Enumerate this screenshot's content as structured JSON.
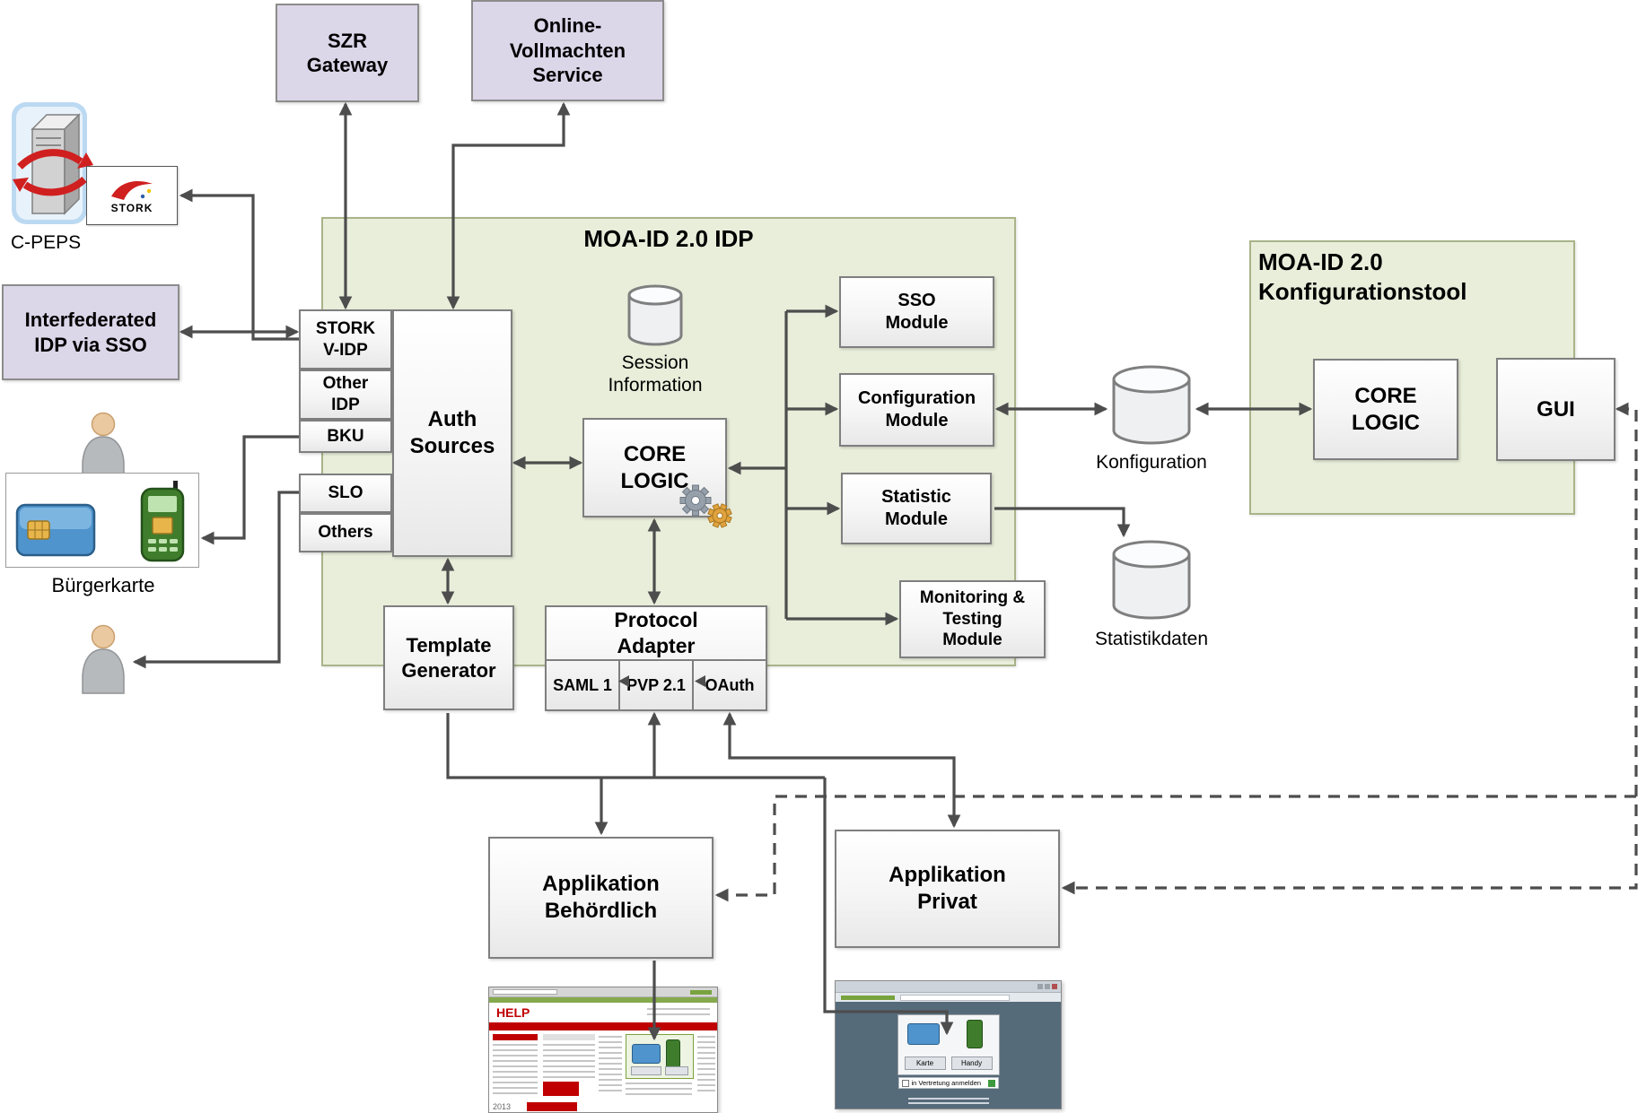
{
  "nodes": {
    "szr_gateway": "SZR\nGateway",
    "online_vollmachten": "Online-\nVollmachten\nService",
    "c_peps": "C-PEPS",
    "stork": "STORK",
    "interfederated": "Interfederated\nIDP via SSO",
    "buergerkarte": "Bürgerkarte",
    "idp_title": "MOA-ID 2.0 IDP",
    "stork_vidp": "STORK\nV-IDP",
    "other_idp": "Other\nIDP",
    "bku": "BKU",
    "slo": "SLO",
    "others": "Others",
    "auth_sources": "Auth\nSources",
    "session_information": "Session\nInformation",
    "core_logic": "CORE\nLOGIC",
    "sso_module": "SSO\nModule",
    "configuration_module": "Configuration\nModule",
    "statistic_module": "Statistic\nModule",
    "monitoring_module": "Monitoring &\nTesting\nModule",
    "template_generator": "Template\nGenerator",
    "protocol_adapter": "Protocol\nAdapter",
    "saml1": "SAML 1",
    "pvp21": "PVP 2.1",
    "oauth": "OAuth",
    "konfiguration": "Konfiguration",
    "konfigtool_title": "MOA-ID 2.0\nKonfigurationstool",
    "core_logic2": "CORE\nLOGIC",
    "gui": "GUI",
    "statistikdaten": "Statistikdaten",
    "app_behoerdlich": "Applikation\nBehördlich",
    "app_privat": "Applikation\nPrivat"
  },
  "screenshots": {
    "help_logo": "HELP",
    "help_year": "2013",
    "karte_button": "Karte",
    "handy_button": "Handy",
    "vertretung_label": "in Vertretung anmelden"
  },
  "colors": {
    "panel_green": "#e9eedb",
    "box_lavender": "#dcd6e9",
    "arrow_gray": "#4d4d4d",
    "stork_red": "#d01f1f",
    "help_red": "#c00000"
  }
}
